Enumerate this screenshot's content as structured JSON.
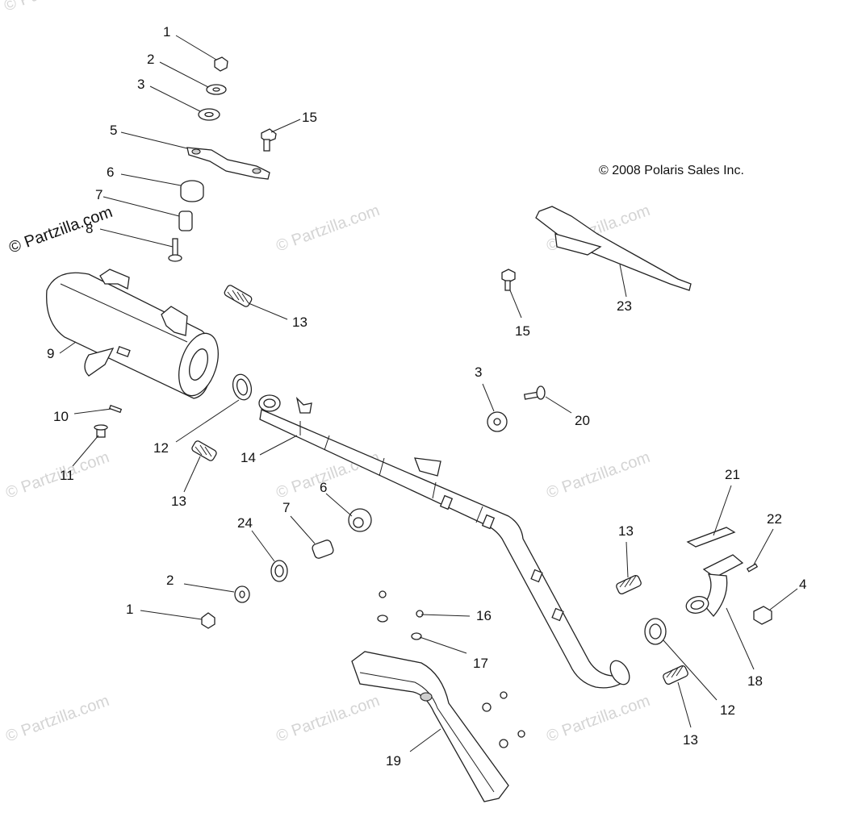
{
  "diagram": {
    "copyright": "© 2008 Polaris Sales Inc.",
    "watermark": "© Partzilla.com",
    "callouts": [
      {
        "id": "c1a",
        "number": "1"
      },
      {
        "id": "c2a",
        "number": "2"
      },
      {
        "id": "c3a",
        "number": "3"
      },
      {
        "id": "c5",
        "number": "5"
      },
      {
        "id": "c15a",
        "number": "15"
      },
      {
        "id": "c6a",
        "number": "6"
      },
      {
        "id": "c7a",
        "number": "7"
      },
      {
        "id": "c8",
        "number": "8"
      },
      {
        "id": "c13a",
        "number": "13"
      },
      {
        "id": "c9",
        "number": "9"
      },
      {
        "id": "c10",
        "number": "10"
      },
      {
        "id": "c11",
        "number": "11"
      },
      {
        "id": "c12a",
        "number": "12"
      },
      {
        "id": "c13b",
        "number": "13"
      },
      {
        "id": "c14",
        "number": "14"
      },
      {
        "id": "c6b",
        "number": "6"
      },
      {
        "id": "c7b",
        "number": "7"
      },
      {
        "id": "c24",
        "number": "24"
      },
      {
        "id": "c2b",
        "number": "2"
      },
      {
        "id": "c1b",
        "number": "1"
      },
      {
        "id": "c15b",
        "number": "15"
      },
      {
        "id": "c23",
        "number": "23"
      },
      {
        "id": "c3b",
        "number": "3"
      },
      {
        "id": "c20",
        "number": "20"
      },
      {
        "id": "c21",
        "number": "21"
      },
      {
        "id": "c22",
        "number": "22"
      },
      {
        "id": "c13c",
        "number": "13"
      },
      {
        "id": "c4",
        "number": "4"
      },
      {
        "id": "c16",
        "number": "16"
      },
      {
        "id": "c17",
        "number": "17"
      },
      {
        "id": "c18",
        "number": "18"
      },
      {
        "id": "c12b",
        "number": "12"
      },
      {
        "id": "c13d",
        "number": "13"
      },
      {
        "id": "c19",
        "number": "19"
      }
    ]
  }
}
